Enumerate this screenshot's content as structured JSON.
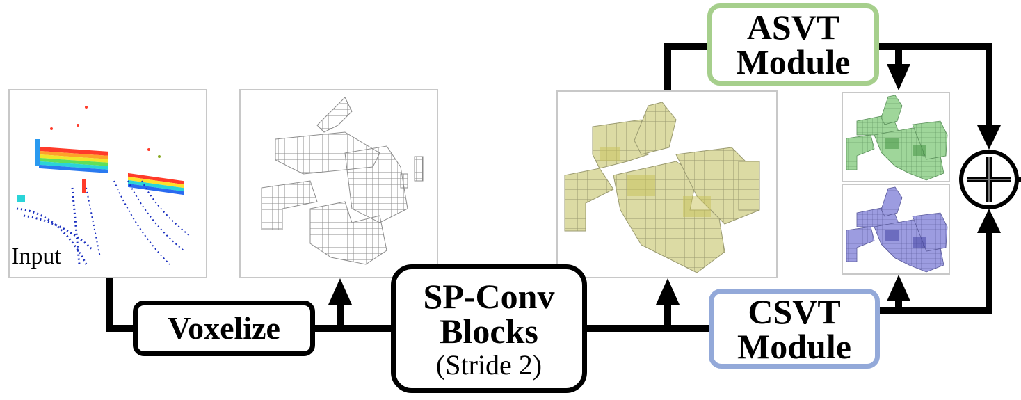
{
  "input_panel": {
    "label": "Input"
  },
  "voxelize_box": {
    "label": "Voxelize"
  },
  "spconv_box": {
    "line1": "SP-Conv",
    "line2": "Blocks",
    "line3": "(Stride 2)"
  },
  "asvt_box": {
    "line1": "ASVT",
    "line2": "Module",
    "border_color": "#a6cf8c"
  },
  "csvt_box": {
    "line1": "CSVT",
    "line2": "Module",
    "border_color": "#93a9d9"
  },
  "sum_node": {
    "symbol": "plus-icon"
  },
  "colors": {
    "voxel_gray": "#8c8c8c",
    "voxel_yellow": "#d9d79a",
    "voxel_green": "#8fcf8f",
    "voxel_blue": "#8f8fd6",
    "line": "#000000"
  }
}
